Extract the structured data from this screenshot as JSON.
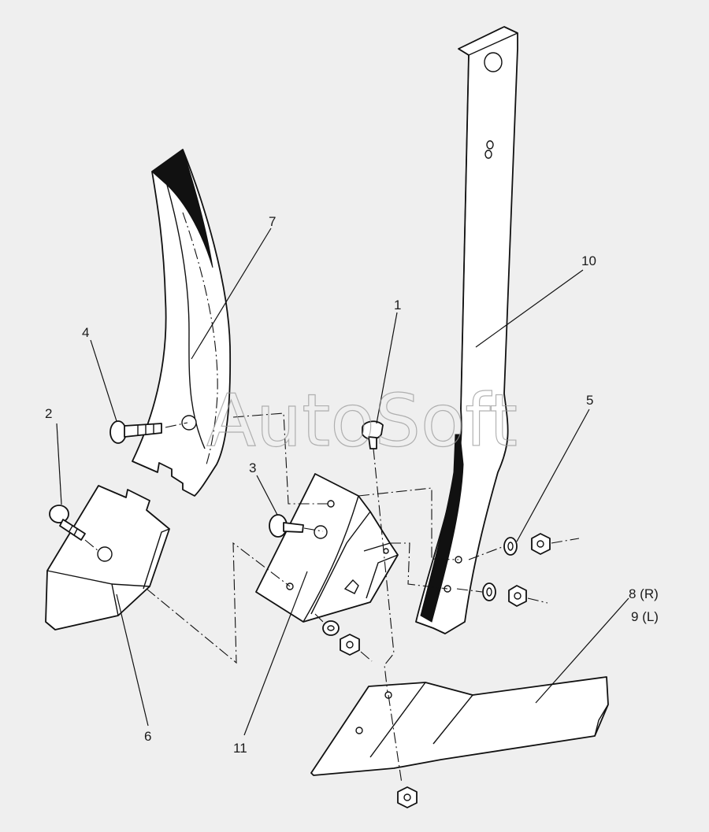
{
  "diagram": {
    "watermark": "AutoSoft",
    "labels": {
      "l1": "1",
      "l2": "2",
      "l3": "3",
      "l4": "4",
      "l5": "5",
      "l6": "6",
      "l7": "7",
      "l8": "8 (R)",
      "l9": "9 (L)",
      "l10": "10",
      "l11": "11"
    },
    "colors": {
      "background": "#efefef",
      "line": "#111111",
      "watermark": "#9a9a9a"
    }
  }
}
